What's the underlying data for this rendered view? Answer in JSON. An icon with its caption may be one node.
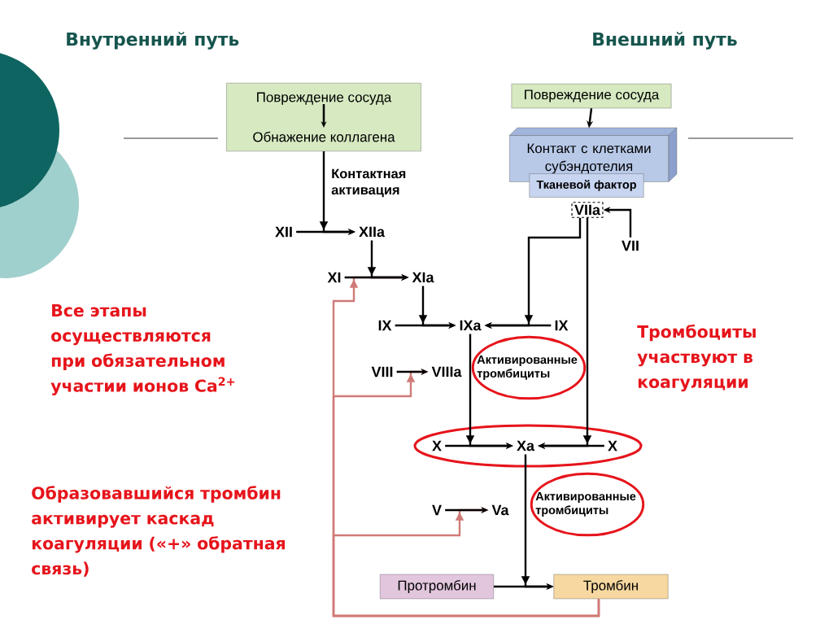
{
  "diagram": {
    "nodes": [
      {
        "text": [
          "Повреждение сосуда",
          "Обнажение коллагена"
        ]
      },
      {
        "text": [
          "Повреждение сосуда"
        ]
      },
      {
        "text": [
          "Контакт с клетками субэндотелия"
        ]
      },
      {
        "text": [
          "Тканевой фактор"
        ]
      },
      {
        "text": [
          "VIIa"
        ]
      },
      {
        "text": [
          "XII"
        ]
      },
      {
        "text": [
          "XIIa"
        ]
      },
      {
        "text": [
          "XI"
        ]
      },
      {
        "text": [
          "XIa"
        ]
      },
      {
        "text": [
          "IX"
        ]
      },
      {
        "text": [
          "IXa"
        ]
      },
      {
        "text": [
          "IX"
        ]
      },
      {
        "text": [
          "VIII"
        ]
      },
      {
        "text": [
          "VIIIa"
        ]
      },
      {
        "text": [
          "X"
        ]
      },
      {
        "text": [
          "Xa"
        ]
      },
      {
        "text": [
          "X"
        ]
      },
      {
        "text": [
          "V"
        ]
      },
      {
        "text": [
          "Va"
        ]
      },
      {
        "text": [
          "Протромбин"
        ]
      },
      {
        "text": [
          "Тромбин"
        ]
      },
      {
        "text": [
          "VII"
        ]
      },
      {
        "text": [
          "Активированные тромбициты"
        ]
      },
      {
        "text": [
          "Активированные тромбициты"
        ]
      }
    ],
    "edges": [
      {
        "from": 0,
        "to": 6,
        "arrow": "to",
        "label": "Контактная активация"
      },
      {
        "from": 5,
        "to": 6,
        "arrow": "to"
      },
      {
        "from": 6,
        "to": 8,
        "arrow": "to"
      },
      {
        "from": 7,
        "to": 8,
        "arrow": "to"
      },
      {
        "from": 8,
        "to": 10,
        "arrow": "to"
      },
      {
        "from": 9,
        "to": 10,
        "arrow": "to"
      },
      {
        "from": 4,
        "to": 10,
        "arrow": "to"
      },
      {
        "from": 11,
        "to": 10,
        "arrow": "to"
      },
      {
        "from": 12,
        "to": 13,
        "arrow": "to"
      },
      {
        "from": 10,
        "to": 15,
        "arrow": "to"
      },
      {
        "from": 14,
        "to": 15,
        "arrow": "to"
      },
      {
        "from": 4,
        "to": 15,
        "arrow": "to"
      },
      {
        "from": 16,
        "to": 15,
        "arrow": "to"
      },
      {
        "from": 17,
        "to": 18,
        "arrow": "to"
      },
      {
        "from": 15,
        "to": 20,
        "arrow": "to"
      },
      {
        "from": 19,
        "to": 20,
        "arrow": "to"
      },
      {
        "from": 21,
        "to": 4,
        "arrow": "to"
      },
      {
        "from": 1,
        "to": 2,
        "arrow": "to"
      },
      {
        "from": 20,
        "to": 8,
        "arrow": "to",
        "color": "#cf7a76"
      },
      {
        "from": 20,
        "to": 13,
        "arrow": "to",
        "color": "#cf7a76"
      },
      {
        "from": 20,
        "to": 18,
        "arrow": "to",
        "color": "#cf7a76"
      }
    ],
    "labels": [
      "Внутренний путь",
      "Внешний путь",
      "Все этапы осуществляются при обязательном участии ионов Ca$^{2+}$",
      "Тромбоциты участвуют в коагуляции",
      "Образовавшийся тромбин активирует каскад коагуляции («+» обратная связь)"
    ]
  }
}
